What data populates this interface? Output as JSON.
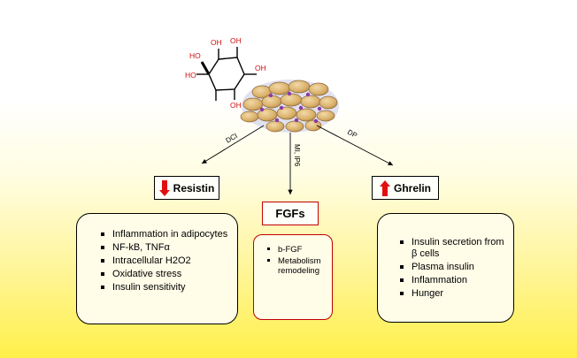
{
  "diagram": {
    "molecule_labels": [
      "OH",
      "OH",
      "OH",
      "HO",
      "HO",
      "OH"
    ],
    "arrows": {
      "left": "DCI",
      "middle": "MI, IP6",
      "right": "DP"
    },
    "resistin": {
      "label": "Resistin",
      "trend": "down",
      "items": [
        "Inflammation in adipocytes",
        "NF-kB, TNFα",
        "Intracellular H2O2",
        "Oxidative stress",
        "Insulin sensitivity"
      ]
    },
    "fgfs": {
      "label": "FGFs",
      "items": [
        "b-FGF",
        "Metabolism remodeling"
      ]
    },
    "ghrelin": {
      "label": "Ghrelin",
      "trend": "up",
      "items": [
        "Insulin secretion from β cells",
        "Plasma insulin",
        "Inflammation",
        "Hunger"
      ]
    },
    "colors": {
      "accent_red": "#e01010",
      "box_border": "#000000",
      "fgf_border": "#c00000"
    }
  }
}
